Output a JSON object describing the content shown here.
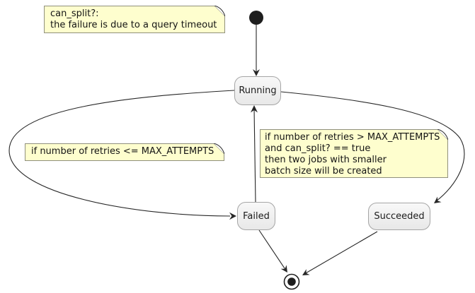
{
  "diagram": {
    "kind": "state-machine",
    "states": [
      {
        "id": "running",
        "label": "Running"
      },
      {
        "id": "failed",
        "label": "Failed"
      },
      {
        "id": "succeeded",
        "label": "Succeeded"
      }
    ],
    "pseudo_states": [
      {
        "id": "initial",
        "shape": "filled-circle"
      },
      {
        "id": "final",
        "shape": "ringed-circle"
      }
    ],
    "transitions": [
      {
        "from": "initial",
        "to": "running"
      },
      {
        "from": "running",
        "to": "failed"
      },
      {
        "from": "failed",
        "to": "running"
      },
      {
        "from": "running",
        "to": "succeeded"
      },
      {
        "from": "failed",
        "to": "final"
      },
      {
        "from": "succeeded",
        "to": "final"
      }
    ],
    "notes": [
      {
        "id": "note-can-split",
        "lines": [
          "can_split?:",
          "the failure is due to a query timeout"
        ]
      },
      {
        "id": "note-retry",
        "lines": [
          "if number of retries <= MAX_ATTEMPTS"
        ]
      },
      {
        "id": "note-split",
        "lines": [
          "if number of retries > MAX_ATTEMPTS",
          "and can_split? == true",
          "then two jobs with smaller",
          "batch size will be created"
        ]
      }
    ],
    "colors": {
      "background": "#ffffff",
      "note_fill": "#fefece",
      "note_border": "#90907c",
      "state_fill": "#f0f0f0",
      "state_border": "#a5a5a5",
      "edge": "#262626",
      "terminal": "#1e1e1e"
    }
  }
}
